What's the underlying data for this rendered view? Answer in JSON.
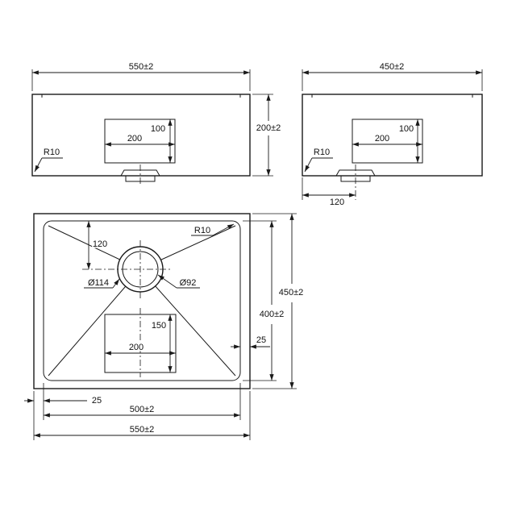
{
  "views": {
    "front": {
      "width": "550±2",
      "height": "200±2",
      "recess_width": "200",
      "recess_height": "100",
      "corner_radius": "R10"
    },
    "side": {
      "depth": "450±2",
      "recess_width": "200",
      "recess_height": "100",
      "corner_radius": "R10",
      "drain_offset": "120"
    },
    "plan": {
      "drain_offset": "120",
      "corner_radius": "R10",
      "drain_outer_diameter": "Ø114",
      "drain_inner_diameter": "Ø92",
      "waste_width": "200",
      "waste_height": "150",
      "rim_right": "25",
      "rim_left": "25",
      "overall_depth": "450±2",
      "bowl_depth": "400±2",
      "bowl_width": "500±2",
      "overall_width": "550±2"
    }
  },
  "colors": {
    "line": "#1a1a1a",
    "background": "#ffffff"
  }
}
